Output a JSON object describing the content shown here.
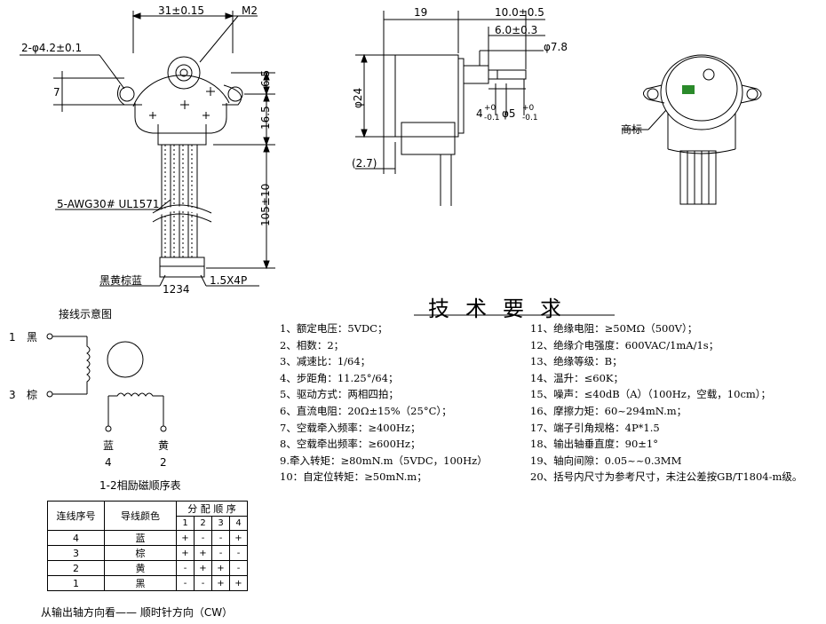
{
  "front_view": {
    "dim_width": "31±0.15",
    "dim_thread": "M2",
    "dim_holes": "2-φ4.2±0.1",
    "dim_left": "7",
    "dim_top_r": "6.5",
    "dim_mid_r": "16.5",
    "dim_lead": "105±10",
    "wire_spec": "5-AWG30# UL1571",
    "wire_colors": "黑黄棕蓝",
    "pin_numbers": "1234",
    "connector": "1.5X4P"
  },
  "side_view": {
    "dim_19": "19",
    "dim_10": "10.0±0.5",
    "dim_6": "6.0±0.3",
    "dim_78": "φ7.8",
    "dim_24": "φ24",
    "dim_4_base": "4",
    "dim_4_tol_upper": "+0",
    "dim_4_tol_lower": "-0.1",
    "dim_5_base": "φ5",
    "dim_5_tol_upper": "+0",
    "dim_5_tol_lower": "-0.1",
    "dim_27": "(2.7)"
  },
  "iso_view": {
    "label": "商标"
  },
  "wiring": {
    "title": "接线示意图",
    "pins": [
      {
        "num": "1",
        "color": "黑"
      },
      {
        "num": "3",
        "color": "棕"
      },
      {
        "num": "4",
        "color": "蓝"
      },
      {
        "num": "2",
        "color": "黄"
      }
    ]
  },
  "sequence_table": {
    "title": "1-2相励磁顺序表",
    "col_no": "连线序号",
    "col_color": "导线颜色",
    "col_steps": "分 配 顺 序",
    "step_numbers": [
      "1",
      "2",
      "3",
      "4"
    ],
    "rows": [
      {
        "no": "4",
        "color": "蓝",
        "steps": [
          "+",
          "-",
          "-",
          "+"
        ]
      },
      {
        "no": "3",
        "color": "棕",
        "steps": [
          "+",
          "+",
          "-",
          "-"
        ]
      },
      {
        "no": "2",
        "color": "黄",
        "steps": [
          "-",
          "+",
          "+",
          "-"
        ]
      },
      {
        "no": "1",
        "color": "黑",
        "steps": [
          "-",
          "-",
          "+",
          "+"
        ]
      }
    ],
    "footer": "从输出轴方向看——      顺时针方向（CW）"
  },
  "specs": {
    "title": "技术要求",
    "left": [
      "1、额定电压：5VDC；",
      "2、相数：2；",
      "3、减速比：1/64；",
      "4、步距角：11.25°/64；",
      "5、驱动方式：两相四拍；",
      "6、直流电阻：20Ω±15%（25°C）；",
      "7、空载牵入频率：≥400Hz；",
      "8、空载牵出频率：≥600Hz；",
      "9.牵入转矩：≥80mN.m（5VDC，100Hz）",
      "10：自定位转矩：≥50mN.m；"
    ],
    "right": [
      "11、绝缘电阻：≥50MΩ（500V）；",
      "12、绝缘介电强度：600VAC/1mA/1s；",
      "13、绝缘等级：B；",
      "14、温升：≤60K；",
      "15、噪声：≤40dB（A）（100Hz，空载，10cm）；",
      "16、摩擦力矩：60~294mN.m；",
      "17、端子引角规格：4P*1.5",
      "18、输出轴垂直度：90±1°",
      "19、轴向间隙：0.05~~0.3MM",
      "20、括号内尺寸为参考尺寸，未注公差按GB/T1804-m级。"
    ]
  },
  "colors": {
    "line": "#000000",
    "background": "#ffffff"
  }
}
